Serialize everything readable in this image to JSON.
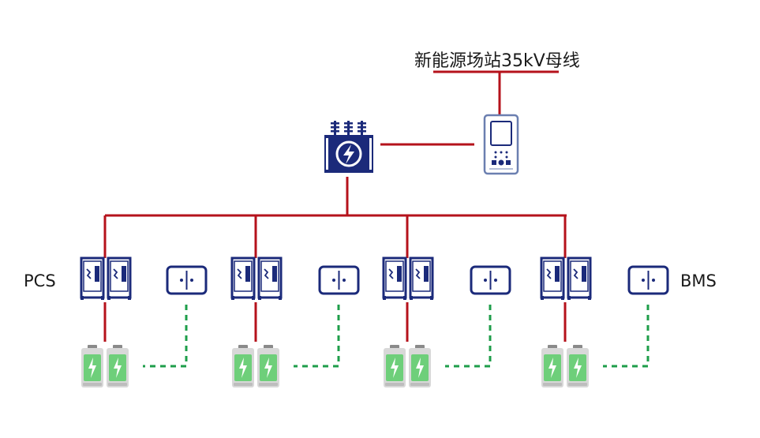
{
  "labels": {
    "bus": "新能源场站35kV母线",
    "pcs": "PCS",
    "bms": "BMS"
  },
  "colors": {
    "power_line": "#b5121b",
    "comm_line": "#1e9e4a",
    "equipment": "#1b2a7a",
    "battery_green": "#6ecf7a",
    "battery_body": "#d8d8d8",
    "meter_border": "#6b7fb0"
  },
  "icons": {
    "transformer": "transformer-icon",
    "meter": "meter-cabinet-icon",
    "pcs": "pcs-cabinet-icon",
    "bms": "bms-box-icon",
    "battery": "battery-icon"
  },
  "units": [
    {
      "id": 1
    },
    {
      "id": 2
    },
    {
      "id": 3
    },
    {
      "id": 4
    }
  ]
}
